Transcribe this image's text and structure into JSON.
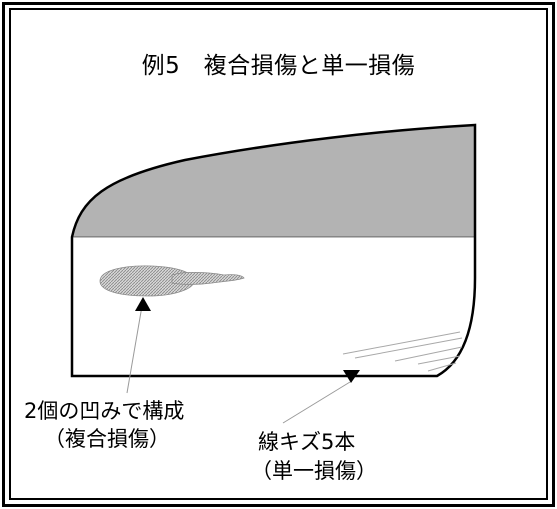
{
  "title": "例5　複合損傷と単一損傷",
  "annotations": {
    "dents": {
      "line1": "2個の凹みで構成",
      "line2": "（複合損傷）"
    },
    "scratches": {
      "line1": "線キズ5本",
      "line2": "（単一損傷）"
    }
  },
  "colors": {
    "upper_panel": "#b3b3b3",
    "dent_hatch": "#9a9a9a",
    "scratch_lines": "#a8a8a8",
    "outline": "#000000"
  }
}
